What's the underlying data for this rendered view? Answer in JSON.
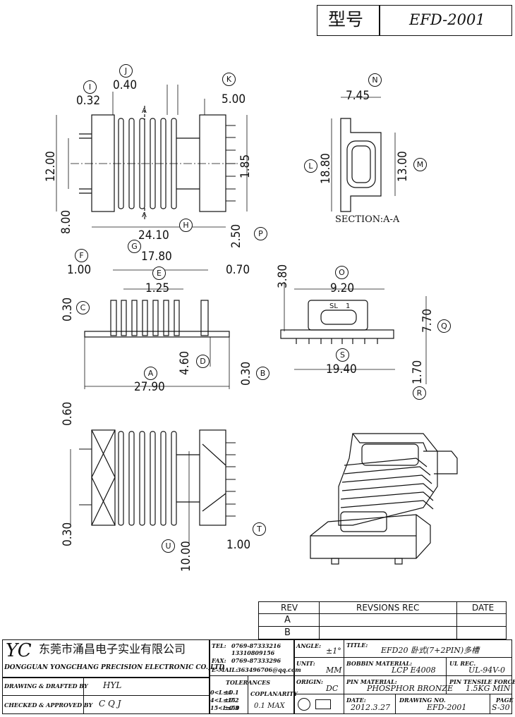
{
  "header": {
    "model_label": "型号",
    "model_value": "EFD-2001"
  },
  "dimensions": {
    "I": "0.32",
    "J": "0.40",
    "K": "5.00",
    "h12": "12.00",
    "h8": "8.00",
    "v185": "1.85",
    "H": "24.10",
    "P": "2.50",
    "N": "7.45",
    "L": "18.80",
    "M": "13.00",
    "G": "17.80",
    "F": "1.00",
    "E": "1.25",
    "t070": "0.70",
    "C": "0.30",
    "D": "4.60",
    "B": "0.30",
    "A": "27.90",
    "O": "9.20",
    "h380": "3.80",
    "Q": "7.70",
    "S": "19.40",
    "R": "1.70",
    "v060": "0.60",
    "v030b": "0.30",
    "U": "10.00",
    "T": "1.00"
  },
  "callouts": [
    "I",
    "J",
    "K",
    "N",
    "L",
    "M",
    "H",
    "P",
    "F",
    "G",
    "E",
    "C",
    "D",
    "B",
    "A",
    "O",
    "Q",
    "S",
    "R",
    "T",
    "U"
  ],
  "section_label": "SECTION:A-A",
  "section_mark": "A",
  "sl_label": "SL",
  "sl_num": "1",
  "revision": {
    "rev_header": "REV",
    "recs_header": "REVSIONS REC",
    "date_header": "DATE",
    "rows": [
      "A",
      "B"
    ]
  },
  "title_block": {
    "logo": "YC",
    "company_cn": "东莞市涌昌电子实业有限公司",
    "company_en": "DONGGUAN YONGCHANG PRECISION ELECTRONIC CO.,LTD",
    "tel_label": "TEL:",
    "tel1": "0769-87333216",
    "tel2": "13310809156",
    "fax_label": "FAX:",
    "fax": "0769-87333296",
    "email_label": "E-MAIL:",
    "email": "363496706@qq.com",
    "drawing_label": "DRAWING & DRAFTED BY",
    "drawing_value": "HYL",
    "checked_label": "CHECKED & APPROVED BY",
    "checked_value": "C Q J",
    "tolerances_label": "TOLERANCES",
    "tol_rows": [
      {
        "range": "0<L≤4",
        "tol": "±0.1"
      },
      {
        "range": "4<L≤15",
        "tol": "±0.2"
      },
      {
        "range": "15<L≤50",
        "tol": "±0.3"
      }
    ],
    "coplanarity_label": "COPLANARITY",
    "coplanarity_value": "0.1 MAX",
    "angle_label": "ANGLE:",
    "angle_value": "±1°",
    "unit_label": "UNIT:",
    "unit_value": "MM",
    "origin_label": "ORIGIN:",
    "origin_value": "DC",
    "title_label": "TITLE:",
    "title_value": "EFD20 卧式(7+2PIN)多槽",
    "bobbin_label": "BOBBIN MATERIAL:",
    "bobbin_value": "LCP E4008",
    "ulrec_label": "UL REC.",
    "ulrec_value": "UL-94V-0",
    "pin_label": "PIN MATERIAL:",
    "pin_value": "PHOSPHOR BRONZE",
    "tensile_label": "PIN TENSILE FORCE",
    "tensile_value": "1.5KG MIN",
    "date_label": "DATE:",
    "date_value": "2012.3.27",
    "drawno_label": "DRAWING NO.",
    "drawno_value": "EFD-2001",
    "page_label": "PAGE",
    "page_value": "S-30"
  }
}
